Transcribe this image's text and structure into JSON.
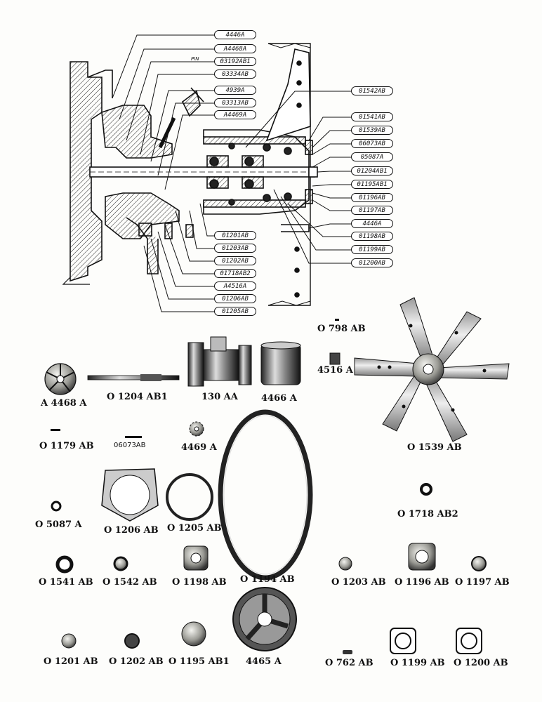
{
  "diagram": {
    "section_callouts": [
      "4446A",
      "A4468A",
      "03192AB1",
      "03334AB",
      "4939A",
      "03313AB",
      "A4469A",
      "01542AB",
      "01541AB",
      "01539AB",
      "06073AB",
      "05087A",
      "01204AB1",
      "01195AB1",
      "01196AB",
      "01197AB",
      "4446A",
      "01198AB",
      "01199AB",
      "01200AB",
      "01201AB",
      "01203AB",
      "01202AB",
      "01718AB2",
      "A4516A",
      "01206AB",
      "01205AB"
    ],
    "pin_label": "PIN",
    "parts": [
      "O 798 AB",
      "A 4468 A",
      "O 1204 AB1",
      "130 AA",
      "4466 A",
      "4516 A",
      "O 1179 AB",
      "06073AB",
      "4469 A",
      "O 1539 AB",
      "O 5087 A",
      "O 1206 AB",
      "O 1205 AB",
      "O 1718 AB2",
      "O 1541 AB",
      "O 1542 AB",
      "O 1198 AB",
      "O 1194 AB",
      "O 1203 AB",
      "O 1196 AB",
      "O 1197 AB",
      "O 1201 AB",
      "O 1202 AB",
      "O 1195 AB1",
      "4465 A",
      "O 762 AB",
      "O 1199 AB",
      "O 1200 AB"
    ]
  }
}
